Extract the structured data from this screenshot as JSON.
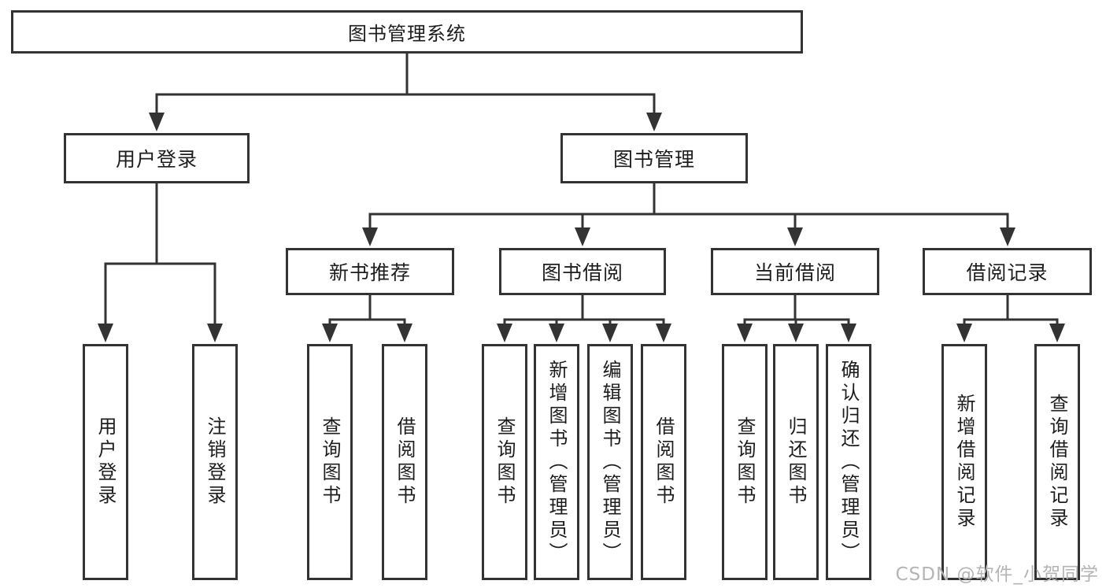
{
  "diagram": {
    "root": {
      "label": "图书管理系统"
    },
    "user_login_branch": {
      "label": "用户登录",
      "children": [
        {
          "label": "用户登录"
        },
        {
          "label": "注销登录"
        }
      ]
    },
    "book_management_branch": {
      "label": "图书管理",
      "sections": [
        {
          "label": "新书推荐",
          "children": [
            {
              "label": "查询图书"
            },
            {
              "label": "借阅图书"
            }
          ]
        },
        {
          "label": "图书借阅",
          "children": [
            {
              "label": "查询图书"
            },
            {
              "label": "新增图书（管理员）"
            },
            {
              "label": "编辑图书（管理员）"
            },
            {
              "label": "借阅图书"
            }
          ]
        },
        {
          "label": "当前借阅",
          "children": [
            {
              "label": "查询图书"
            },
            {
              "label": "归还图书"
            },
            {
              "label": "确认归还（管理员）"
            }
          ]
        },
        {
          "label": "借阅记录",
          "children": [
            {
              "label": "新增借阅记录"
            },
            {
              "label": "查询借阅记录"
            }
          ]
        }
      ]
    },
    "watermark": "CSDN @软件_小贺同学"
  }
}
